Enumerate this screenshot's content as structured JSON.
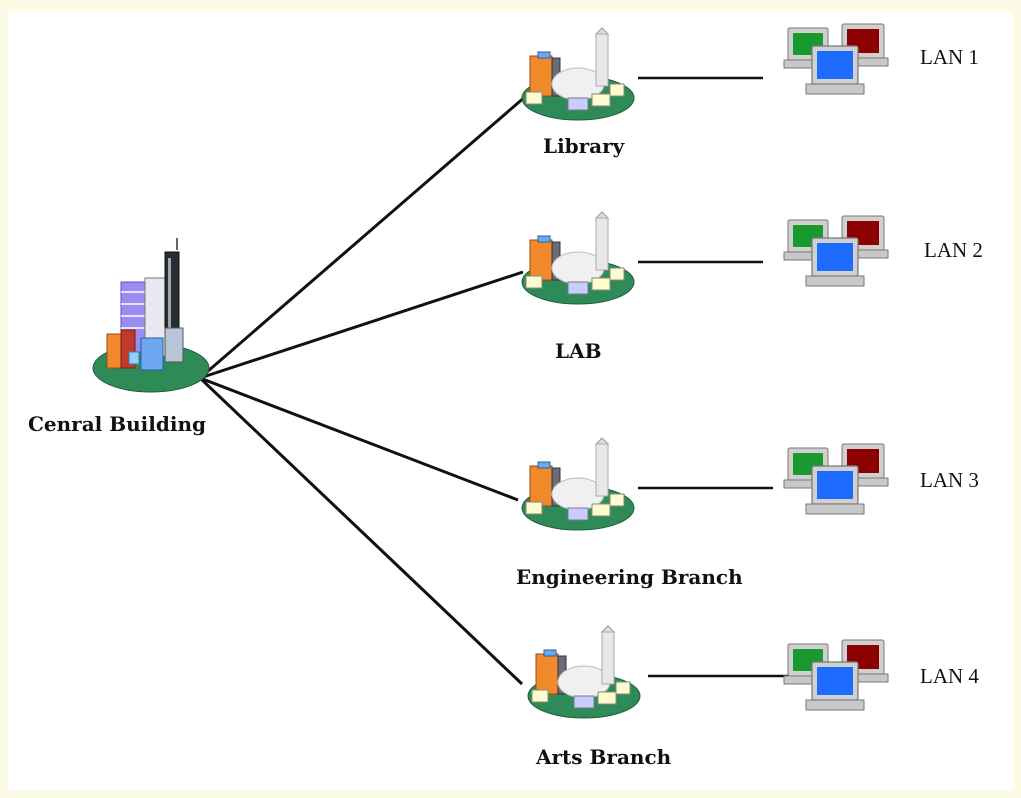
{
  "central": {
    "label": "Cenral Building",
    "icon": "central-building-icon"
  },
  "branches": [
    {
      "label": "Library",
      "lan": "LAN 1"
    },
    {
      "label": "LAB",
      "lan": "LAN 2"
    },
    {
      "label": "Engineering Branch",
      "lan": "LAN 3"
    },
    {
      "label": "Arts Branch",
      "lan": "LAN 4"
    }
  ],
  "icons": {
    "branch": "campus-building-icon",
    "lan": "computers-icon"
  },
  "colors": {
    "background": "#fcfbe6",
    "ground": "#2e8b57",
    "link": "#111111",
    "screen_green": "#1a9a2e",
    "screen_red": "#8b0000",
    "screen_blue": "#1e6bff"
  }
}
